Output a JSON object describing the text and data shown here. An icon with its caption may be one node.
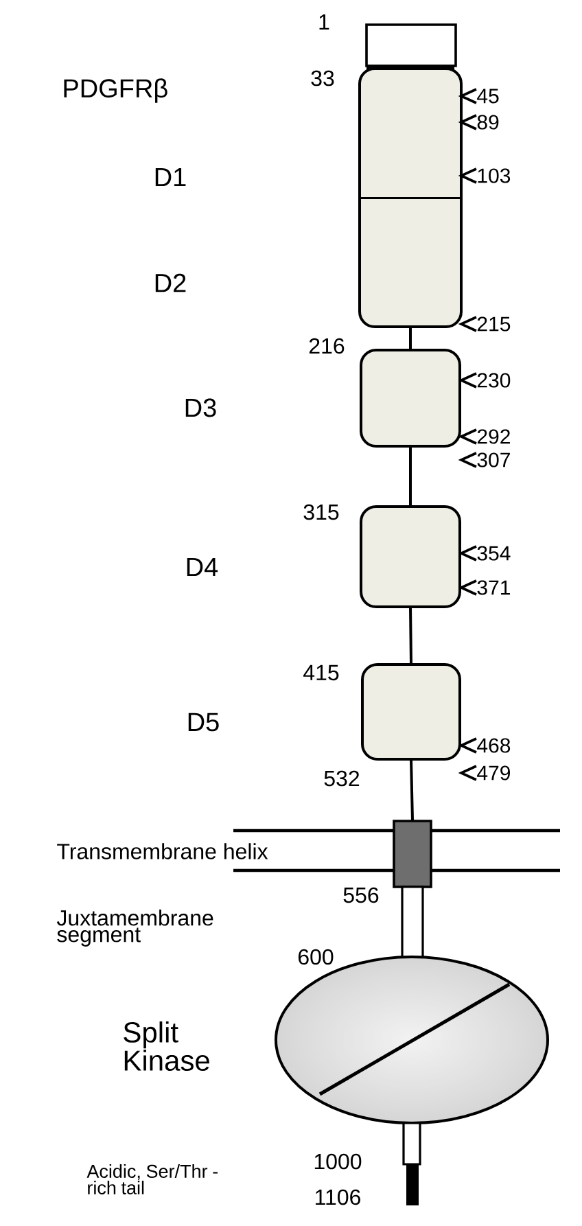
{
  "diagram": {
    "nodes": [
      {
        "text": [],
        "shape": "box"
      },
      {
        "text": [],
        "shape": "box",
        "beside": [
          "45",
          "89",
          "103"
        ]
      },
      {
        "text": [],
        "shape": "box",
        "beside": [
          "215"
        ]
      },
      {
        "text": [],
        "shape": "box",
        "beside": [
          "230",
          "292",
          "307"
        ]
      },
      {
        "text": [],
        "shape": "box",
        "beside": [
          "354",
          "371"
        ]
      },
      {
        "text": [],
        "shape": "box",
        "beside": [
          "468",
          "479"
        ]
      },
      {
        "text": [],
        "shape": "box"
      },
      {
        "text": [],
        "shape": "bar"
      },
      {
        "text": [],
        "shape": "ellipse",
        "beside": [
          "Split Kinase"
        ]
      },
      {
        "text": [],
        "shape": "bar"
      }
    ],
    "edges": [
      {
        "from": 2,
        "to": 3,
        "arrow": "none"
      },
      {
        "from": 3,
        "to": 4,
        "arrow": "none"
      },
      {
        "from": 4,
        "to": 5,
        "arrow": "none"
      },
      {
        "from": 5,
        "to": 6,
        "arrow": "none"
      }
    ],
    "labels": [
      "1",
      "PDGFRβ",
      "33",
      "D1",
      "D2",
      "216",
      "D3",
      "315",
      "D4",
      "415",
      "D5",
      "532",
      "Transmembrane helix",
      "556",
      "Juxtamembrane segment",
      "600",
      "Acidic, Ser/Thr -rich tail",
      "1000",
      "1106"
    ]
  }
}
